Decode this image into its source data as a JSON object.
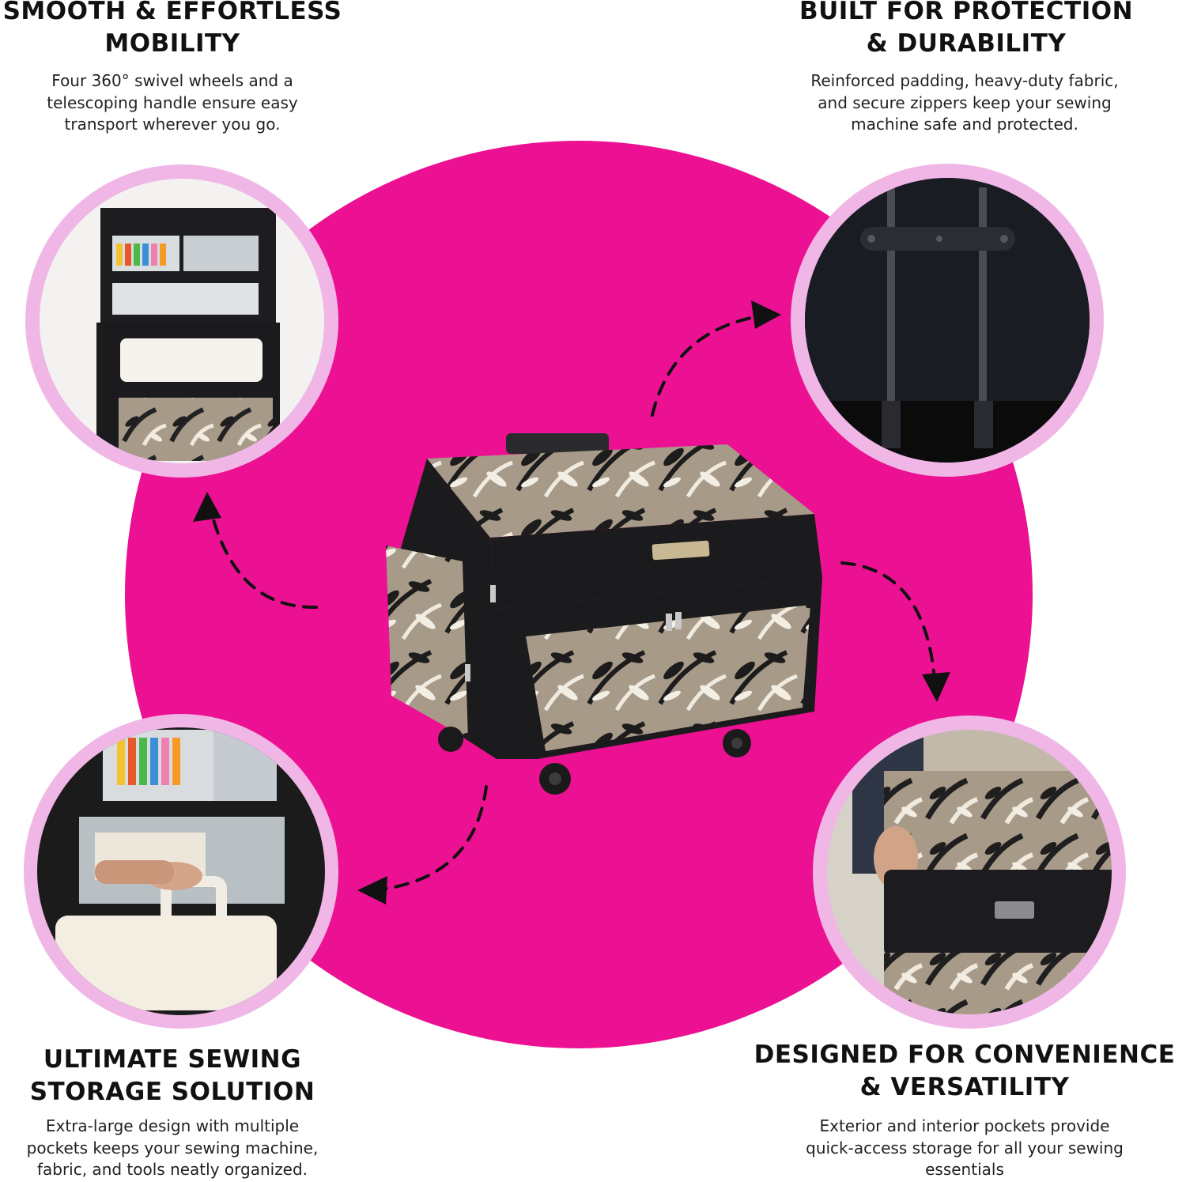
{
  "features": [
    {
      "id": "mobility",
      "heading": [
        "SMOOTH & EFFORTLESS",
        "MOBILITY"
      ],
      "description": [
        "Four 360° swivel wheels and a",
        "telescoping handle ensure easy",
        "transport wherever you go."
      ]
    },
    {
      "id": "protection",
      "heading": [
        "BUILT FOR PROTECTION",
        "& DURABILITY"
      ],
      "description": [
        "Reinforced padding, heavy-duty fabric,",
        "and secure zippers keep your sewing",
        "machine safe and protected."
      ]
    },
    {
      "id": "storage",
      "heading": [
        "ULTIMATE SEWING",
        "STORAGE SOLUTION"
      ],
      "description": [
        "Extra-large design with multiple",
        "pockets keeps your sewing machine,",
        "fabric, and tools neatly organized."
      ]
    },
    {
      "id": "convenience",
      "heading": [
        "DESIGNED FOR CONVENIENCE",
        "& VERSATILITY"
      ],
      "description": [
        "Exterior and interior pockets provide",
        "quick-access storage for all your sewing",
        "essentials"
      ]
    }
  ],
  "colors": {
    "accent_circle": "#ec1192",
    "photo_ring": "#f0b6e6",
    "bag_fabric": "#a89a88",
    "bag_black": "#1b1b1d"
  },
  "photos": [
    {
      "id": "open-bag-interior",
      "icon": "open-case-photo"
    },
    {
      "id": "telescoping-handle",
      "icon": "handle-photo"
    },
    {
      "id": "machine-being-lifted",
      "icon": "machine-photo"
    },
    {
      "id": "front-pocket-closeup",
      "icon": "pocket-photo"
    }
  ],
  "product": {
    "icon": "rolling-sewing-bag"
  }
}
